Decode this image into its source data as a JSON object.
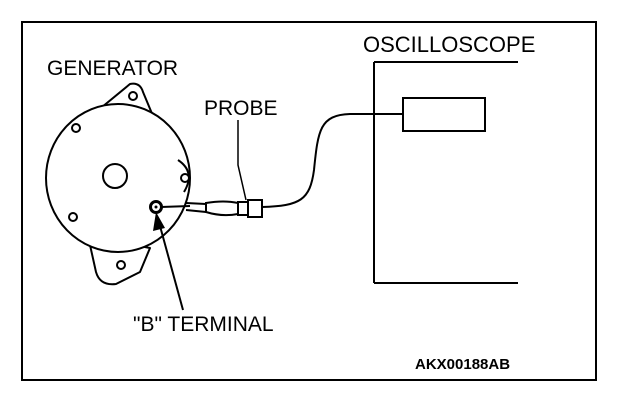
{
  "diagram": {
    "labels": {
      "generator": "GENERATOR",
      "probe": "PROBE",
      "oscilloscope": "OSCILLOSCOPE",
      "b_terminal": "\"B\" TERMINAL",
      "figure_code": "AKX00188AB"
    }
  }
}
